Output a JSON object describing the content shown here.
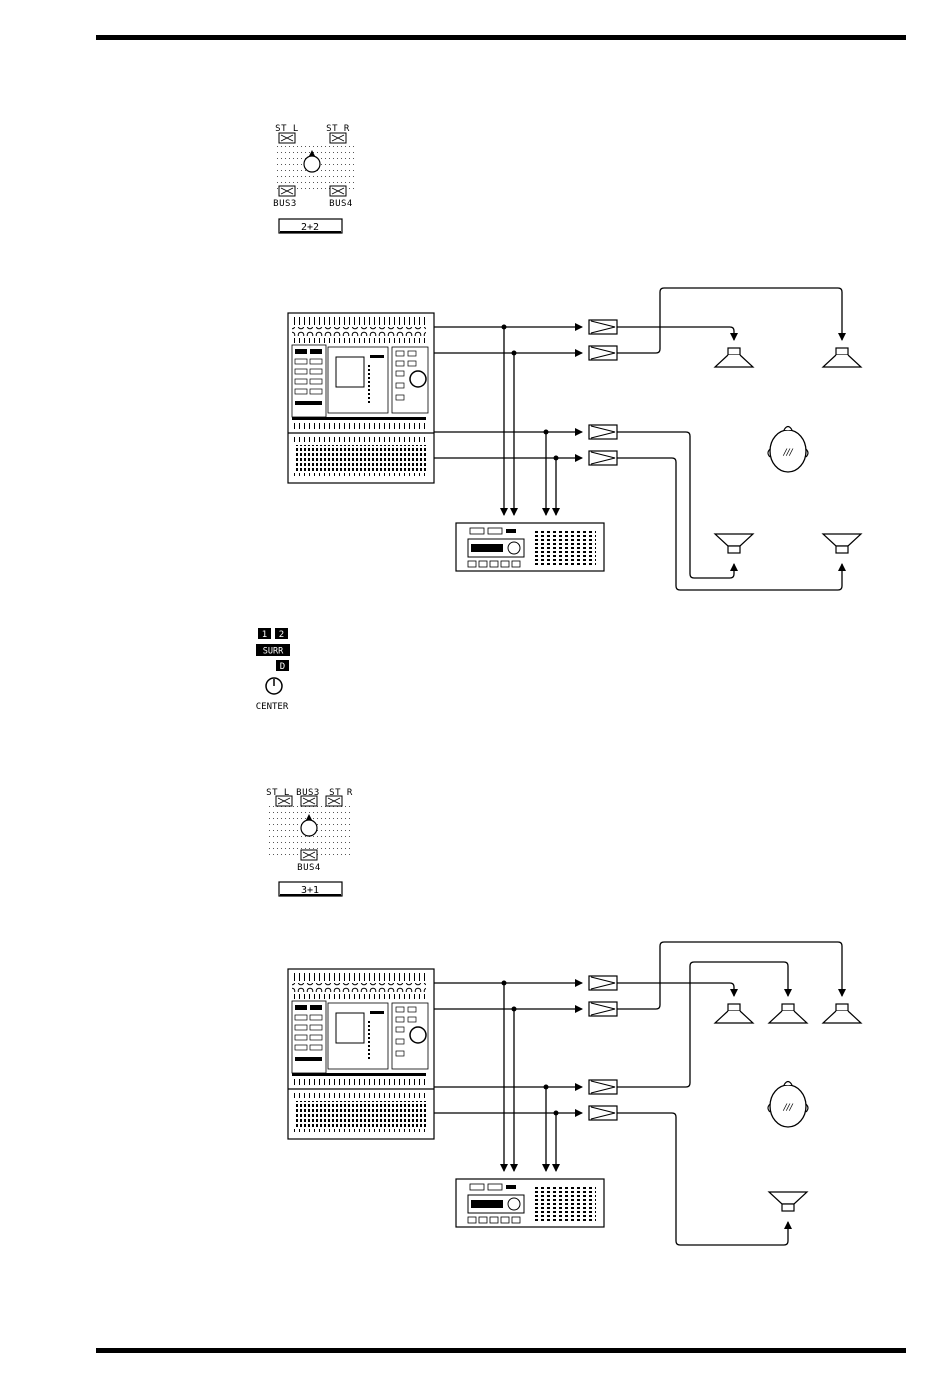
{
  "diagram_2_2": {
    "pan_labels": {
      "st_l": "ST L",
      "st_r": "ST R",
      "bus3": "BUS3",
      "bus4": "BUS4"
    },
    "mode_button": "2+2"
  },
  "legend": {
    "key_1": "1",
    "key_2": "2",
    "surr": "SURR",
    "d": "D",
    "center": "CENTER"
  },
  "diagram_3_1": {
    "pan_labels": {
      "st_l": "ST L",
      "bus3": "BUS3",
      "st_r": "ST R",
      "bus4": "BUS4"
    },
    "mode_button": "3+1"
  },
  "head_marks": "///",
  "colors": {
    "ink": "#000000",
    "paper": "#ffffff",
    "dots": "#555555"
  }
}
